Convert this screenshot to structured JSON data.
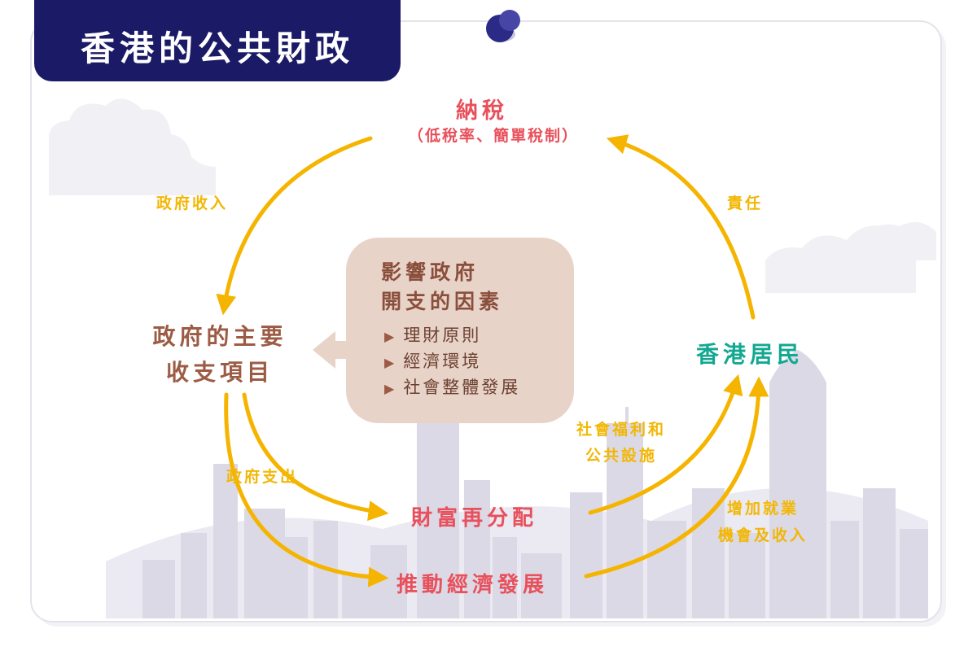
{
  "title": "香港的公共財政",
  "nodes": {
    "tax": {
      "label": "納稅",
      "sublabel": "（低稅率、簡單稅制）"
    },
    "gov_items": {
      "line1": "政府的主要",
      "line2": "收支項目"
    },
    "residents": {
      "label": "香港居民"
    },
    "redistribution": {
      "label": "財富再分配"
    },
    "economy": {
      "label": "推動經濟發展"
    }
  },
  "edges": {
    "revenue": "政府收入",
    "responsibility": "責任",
    "expenditure": "政府支出",
    "welfare": {
      "line1": "社會福利和",
      "line2": "公共設施"
    },
    "employment": {
      "line1": "增加就業",
      "line2": "機會及收入"
    }
  },
  "factors": {
    "title_line1": "影響政府",
    "title_line2": "開支的因素",
    "items": [
      "理財原則",
      "經濟環境",
      "社會整體發展"
    ]
  },
  "colors": {
    "navy": "#1b1a66",
    "arrow": "#f5b400",
    "red": "#e8505b",
    "brown": "#9c5b44",
    "teal": "#13a891",
    "factor_bg": "#e8d3c9",
    "skyline": "#dcd9e6"
  },
  "icons": {
    "pin": "pushpin-icon",
    "bullet": "triangle-right-icon"
  }
}
